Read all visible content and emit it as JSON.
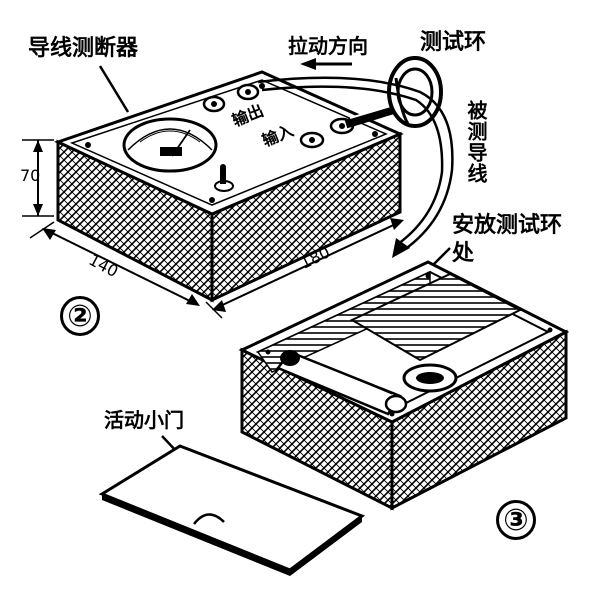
{
  "labels": {
    "detector": "导线测断器",
    "pull_direction": "拉动方向",
    "test_ring": "测试环",
    "tested_wire": "被测导线",
    "ring_location": "安放测试环处",
    "movable_door": "活动小门",
    "output": "输出",
    "input": "输入"
  },
  "dimensions": {
    "height": "70",
    "width": "140",
    "length": "180"
  },
  "figures": {
    "fig2": "②",
    "fig3": "③"
  }
}
